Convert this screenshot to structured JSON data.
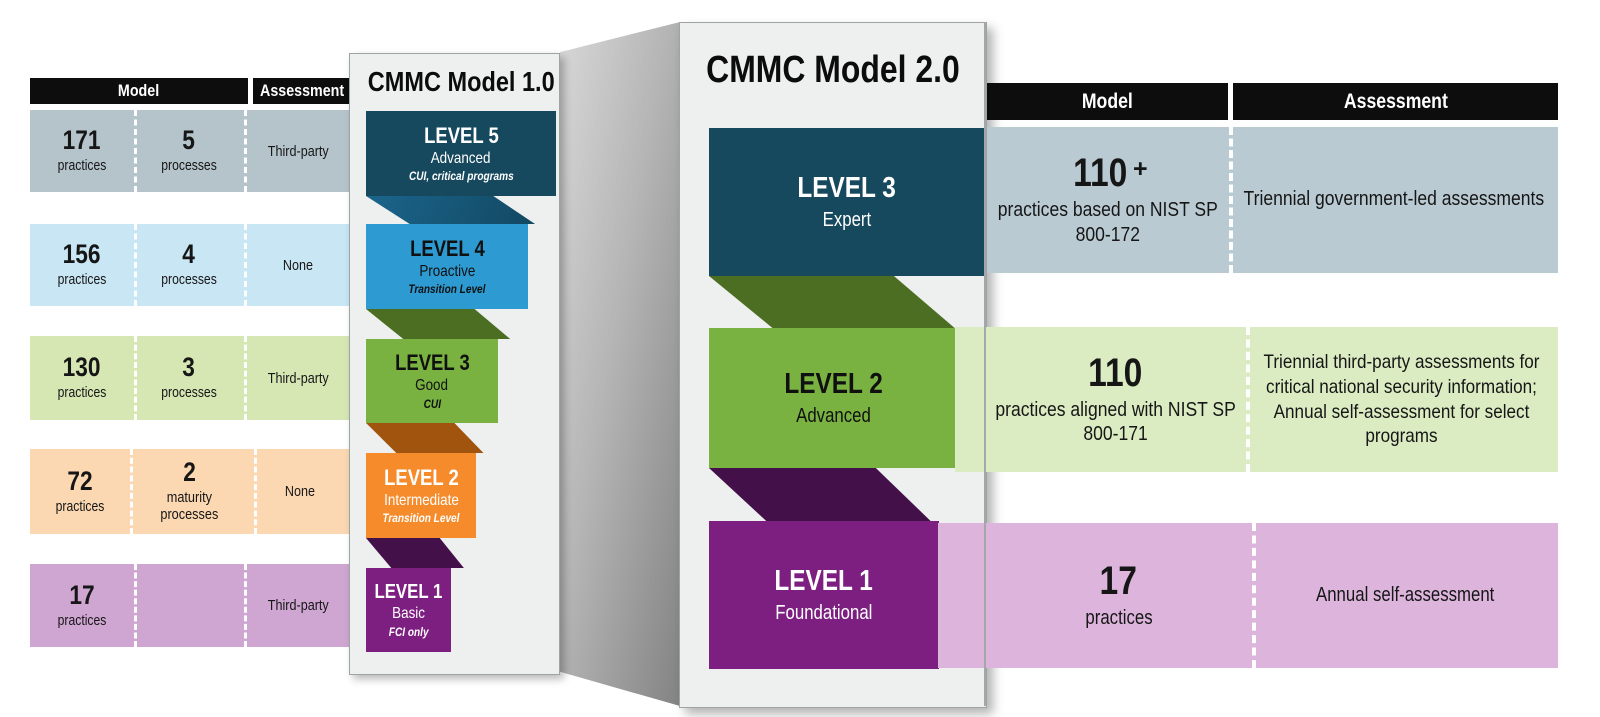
{
  "left_table": {
    "header": {
      "model": "Model",
      "assessment": "Assessment"
    },
    "rows": [
      {
        "number": "171",
        "number_label": "practices",
        "mid_number": "5",
        "mid_label": "processes",
        "assessment": "Third-party"
      },
      {
        "number": "156",
        "number_label": "practices",
        "mid_number": "4",
        "mid_label": "processes",
        "assessment": "None"
      },
      {
        "number": "130",
        "number_label": "practices",
        "mid_number": "3",
        "mid_label": "processes",
        "assessment": "Third-party"
      },
      {
        "number": "72",
        "number_label": "practices",
        "mid_number": "2",
        "mid_label": "maturity processes",
        "assessment": "None"
      },
      {
        "number": "17",
        "number_label": "practices",
        "mid_number": "",
        "mid_label": "",
        "assessment": "Third-party"
      }
    ]
  },
  "model_1": {
    "title": "CMMC Model 1.0",
    "levels": [
      {
        "name": "LEVEL 5",
        "subtitle": "Advanced",
        "note": "CUI, critical programs"
      },
      {
        "name": "LEVEL 4",
        "subtitle": "Proactive",
        "note": "Transition Level"
      },
      {
        "name": "LEVEL 3",
        "subtitle": "Good",
        "note": "CUI"
      },
      {
        "name": "LEVEL 2",
        "subtitle": "Intermediate",
        "note": "Transition Level"
      },
      {
        "name": "LEVEL 1",
        "subtitle": "Basic",
        "note": "FCI only"
      }
    ]
  },
  "model_2": {
    "title": "CMMC Model 2.0",
    "levels": [
      {
        "name": "LEVEL 3",
        "subtitle": "Expert"
      },
      {
        "name": "LEVEL 2",
        "subtitle": "Advanced"
      },
      {
        "name": "LEVEL 1",
        "subtitle": "Foundational"
      }
    ]
  },
  "right_table": {
    "header": {
      "model": "Model",
      "assessment": "Assessment"
    },
    "rows": [
      {
        "number": "110",
        "number_suffix": "+",
        "detail": "practices based on NIST SP 800-172",
        "assessment": "Triennial government-led assessments"
      },
      {
        "number": "110",
        "number_suffix": "",
        "detail": "practices aligned with NIST SP 800-171",
        "assessment": "Triennial third-party assessments for critical national security information; Annual self-assessment for select programs"
      },
      {
        "number": "17",
        "number_suffix": "",
        "detail": "practices",
        "assessment": "Annual self-assessment"
      }
    ]
  },
  "colors": {
    "header_black": "#0D0D0D",
    "level_teal": "#17495E",
    "level_blue": "#2D9AD2",
    "level_green": "#79B241",
    "level_orange": "#F68B2B",
    "level_purple": "#7D1F80",
    "fold_teal": "#17638A",
    "fold_green": "#4C6E22",
    "fold_orange": "#A0540E",
    "fold_purple": "#431049",
    "row_bluegrey_left": "#B5C4CB",
    "row_lightblue": "#C9E6F4",
    "row_green_left": "#D6E7B4",
    "row_peach": "#FBD8B1",
    "row_purple_left": "#CFA5D2",
    "row_bluegrey_right": "#B9CAD2",
    "row_green_right": "#DBEBC2",
    "row_purple_right": "#DCB4DC",
    "panel_bg": "#EEF0EF"
  }
}
